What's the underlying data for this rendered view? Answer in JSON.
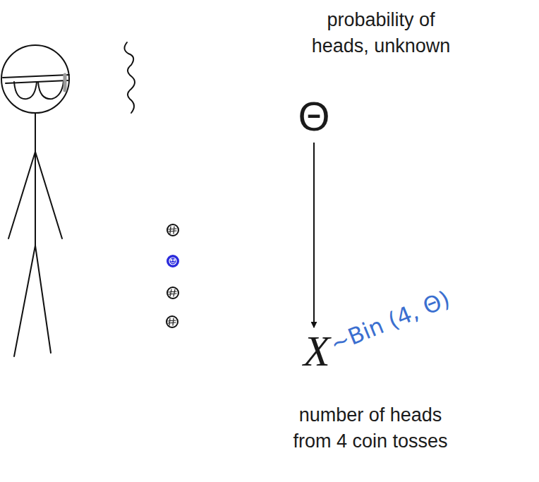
{
  "diagram": {
    "nodes": [
      {
        "text": [
          "probability of heads, unknown",
          "Θ"
        ]
      },
      {
        "text": [
          "X",
          "number of heads from 4 coin tosses"
        ]
      }
    ],
    "edges": [
      {
        "from": 0,
        "to": 1,
        "arrow": "to"
      }
    ],
    "labels": [
      "~Bin (4, Θ)"
    ]
  }
}
